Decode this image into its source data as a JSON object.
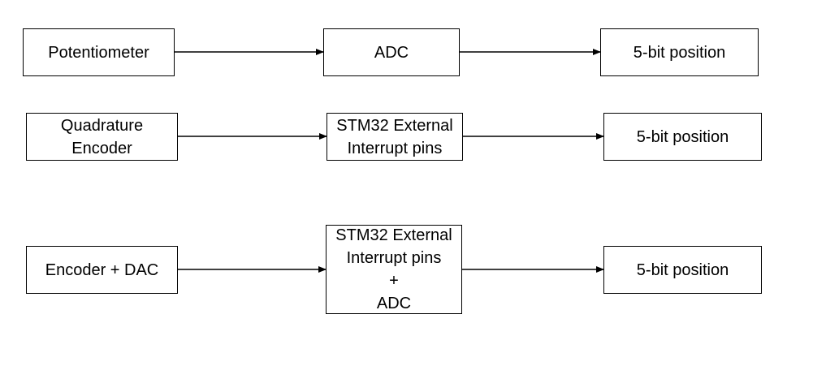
{
  "rows": [
    {
      "source": [
        "Potentiometer"
      ],
      "middle": [
        "ADC"
      ],
      "target": [
        "5-bit position"
      ]
    },
    {
      "source": [
        "Quadrature",
        "Encoder"
      ],
      "middle": [
        "STM32 External",
        "Interrupt pins"
      ],
      "target": [
        "5-bit position"
      ]
    },
    {
      "source": [
        "Encoder + DAC"
      ],
      "middle": [
        "STM32 External",
        "Interrupt pins",
        "+",
        "ADC"
      ],
      "target": [
        "5-bit position"
      ]
    }
  ],
  "colors": {
    "stroke": "#000000",
    "background": "#ffffff"
  }
}
